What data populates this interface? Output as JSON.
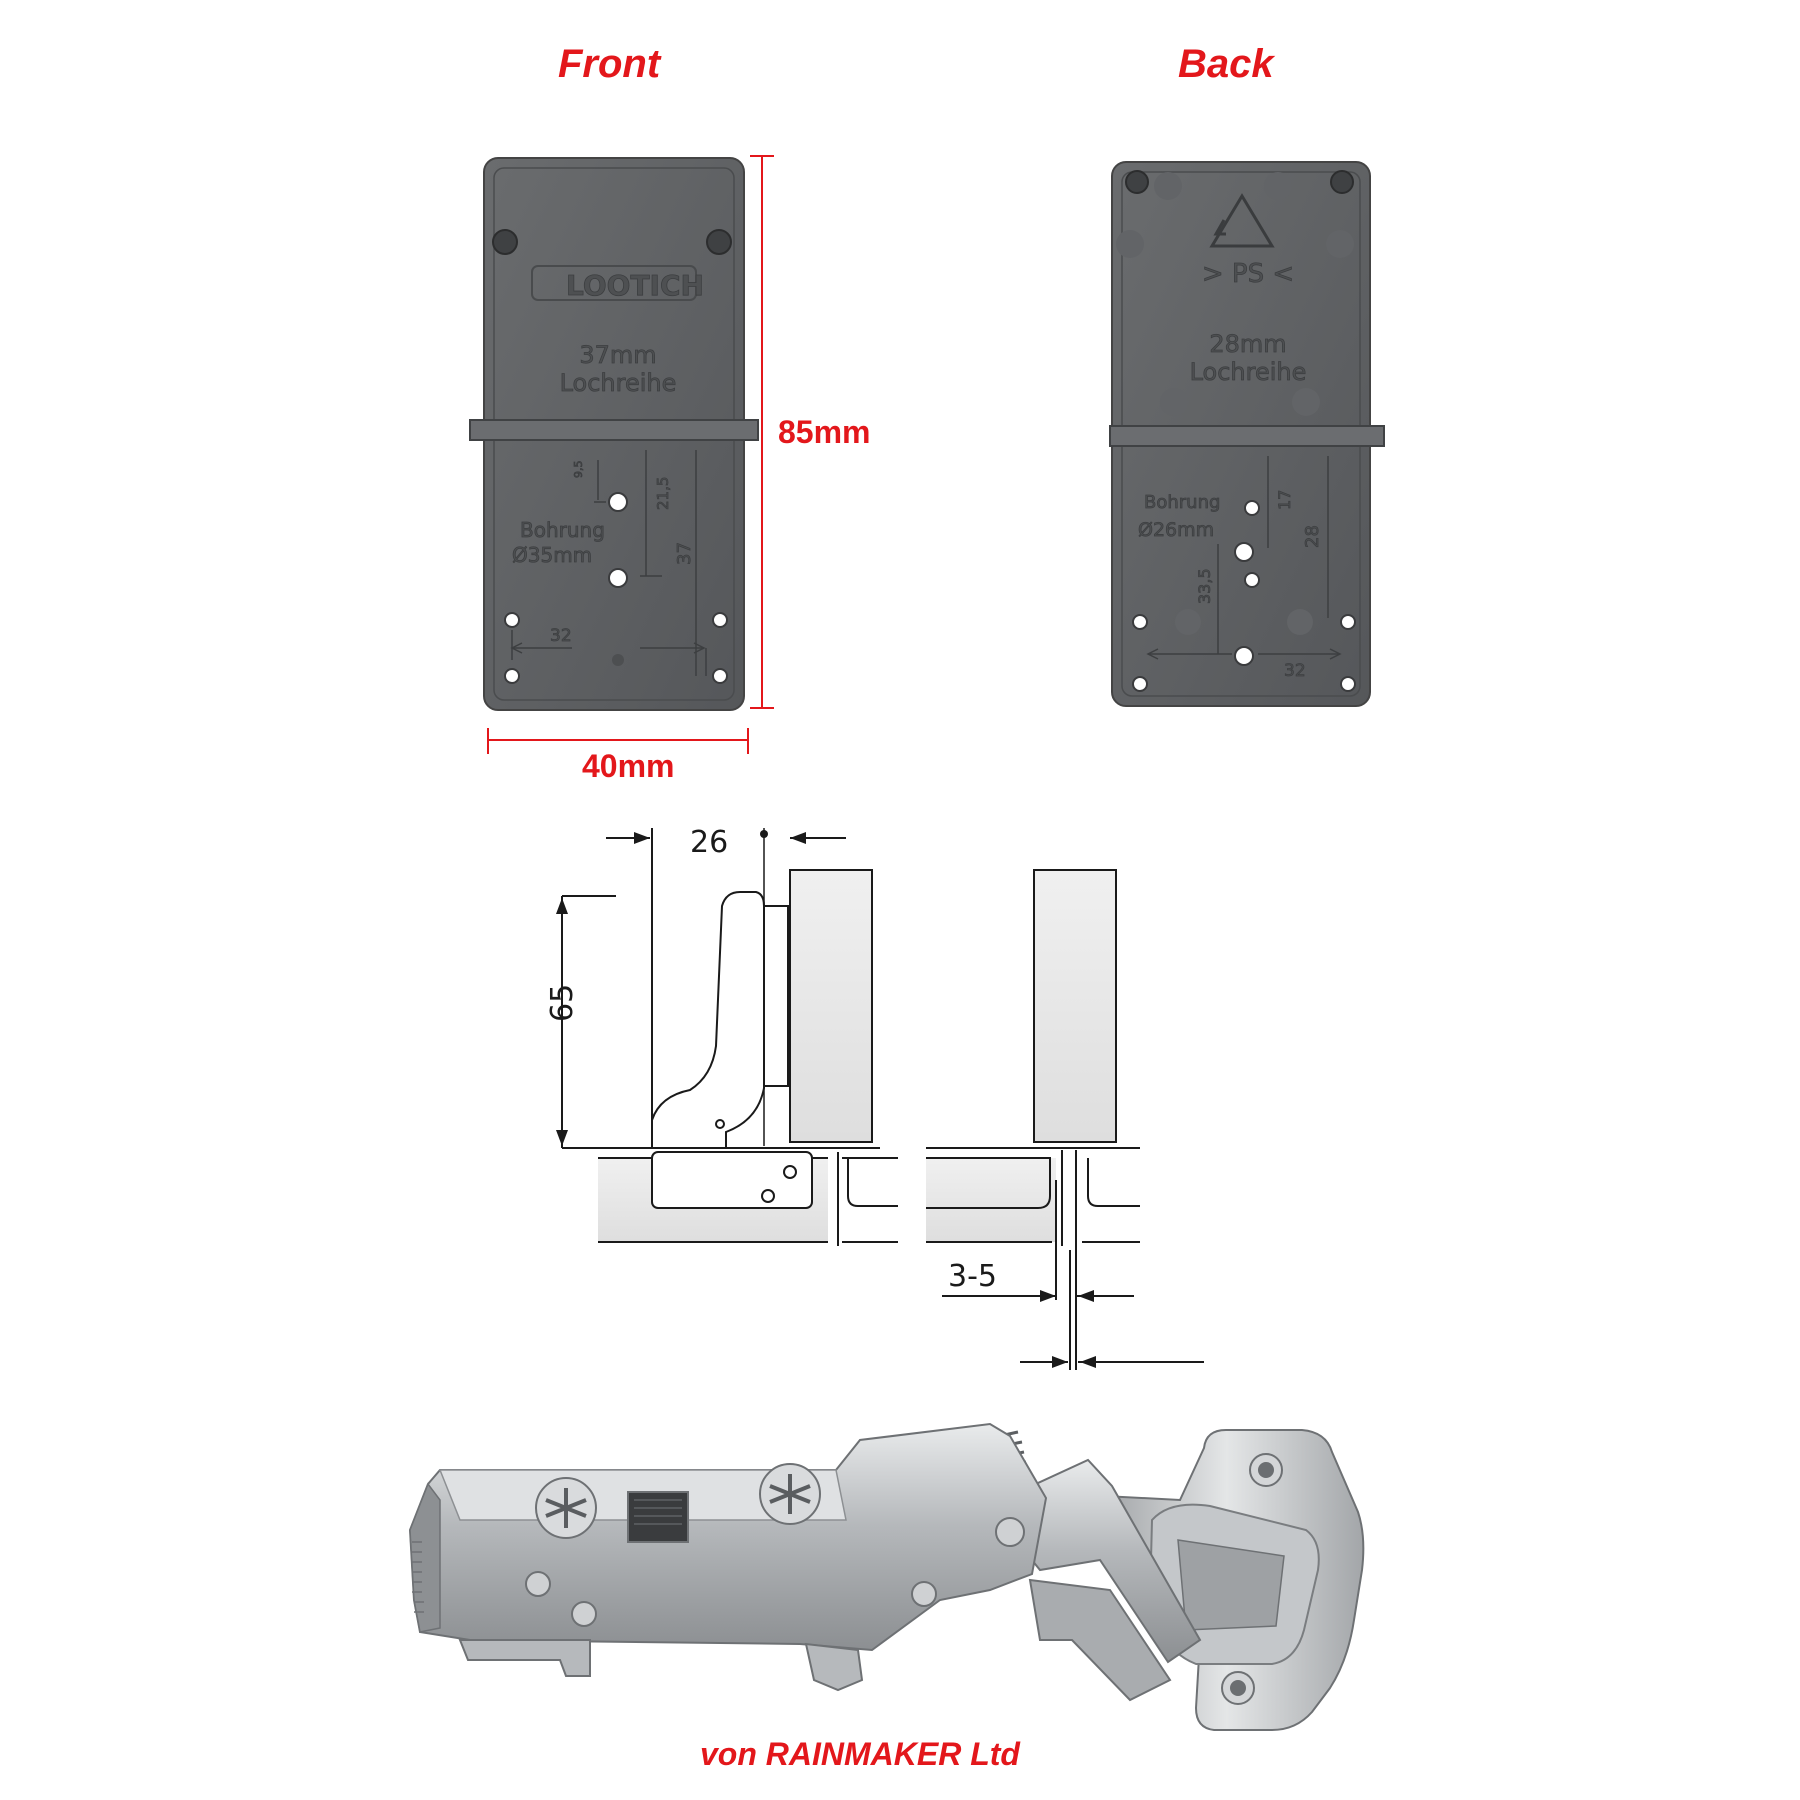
{
  "front": {
    "title": "Front",
    "brand": "LOOTICH",
    "row_line1": "37mm",
    "row_line2": "Lochreihe",
    "bore_word": "Bohrung",
    "bore_diameter": "Ø35mm",
    "dim_21_5": "21,5",
    "dim_37": "37",
    "dim_32": "32",
    "dim_9_5": "9,5"
  },
  "back": {
    "title": "Back",
    "material": "> PS <",
    "row_line1": "28mm",
    "row_line2": "Lochreihe",
    "bore_word": "Bohrung",
    "bore_diameter": "Ø26mm",
    "dim_17": "17",
    "dim_28": "28",
    "dim_33_5": "33,5",
    "dim_32": "32"
  },
  "overall": {
    "height": "85mm",
    "width": "40mm"
  },
  "technical": {
    "dim_26": "26",
    "dim_65": "65",
    "dim_3_5": "3-5"
  },
  "footer": {
    "credit": "von RAINMAKER Ltd"
  },
  "colors": {
    "title_red": "#e3171b",
    "template_gray": "#5d5f61",
    "hinge_steel": "#b9bcbf"
  }
}
